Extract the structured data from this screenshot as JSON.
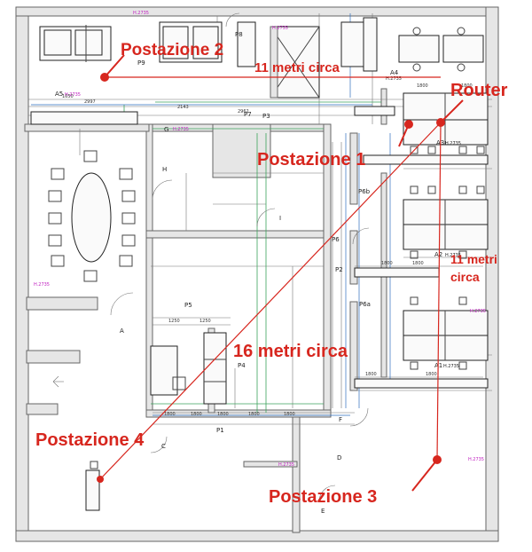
{
  "annotations": {
    "postazione2": "Postazione 2",
    "postazione1": "Postazione 1",
    "postazione3": "Postazione 3",
    "postazione4": "Postazione 4",
    "router": "Router",
    "dist_top": "11 metri circa",
    "dist_right_1": "11 metri",
    "dist_right_2": "circa",
    "dist_diag": "16 metri circa"
  },
  "room_labels": {
    "a": "A",
    "c": "C",
    "d": "D",
    "e": "E",
    "f": "F",
    "g": "G",
    "h": "H",
    "i": "I",
    "a1": "A1",
    "a2": "A2",
    "a3": "A3",
    "a4": "A4",
    "a5": "A5",
    "p1": "P1",
    "p2": "P2",
    "p3": "P3",
    "p4": "P4",
    "p5": "P5",
    "p6": "P6",
    "p7": "P7",
    "p8": "P8",
    "p9": "P9",
    "p6a": "P6a",
    "p6b": "P6b"
  },
  "heights": {
    "h": "H.2735",
    "h_a1": "H.2735",
    "h_a2": "H.2735",
    "h_a3": "H.2735",
    "h_a4": "H.2735",
    "h_a5": "H.2735"
  },
  "colors": {
    "annotation": "#d7261e",
    "walls": "#e6e6e6"
  }
}
